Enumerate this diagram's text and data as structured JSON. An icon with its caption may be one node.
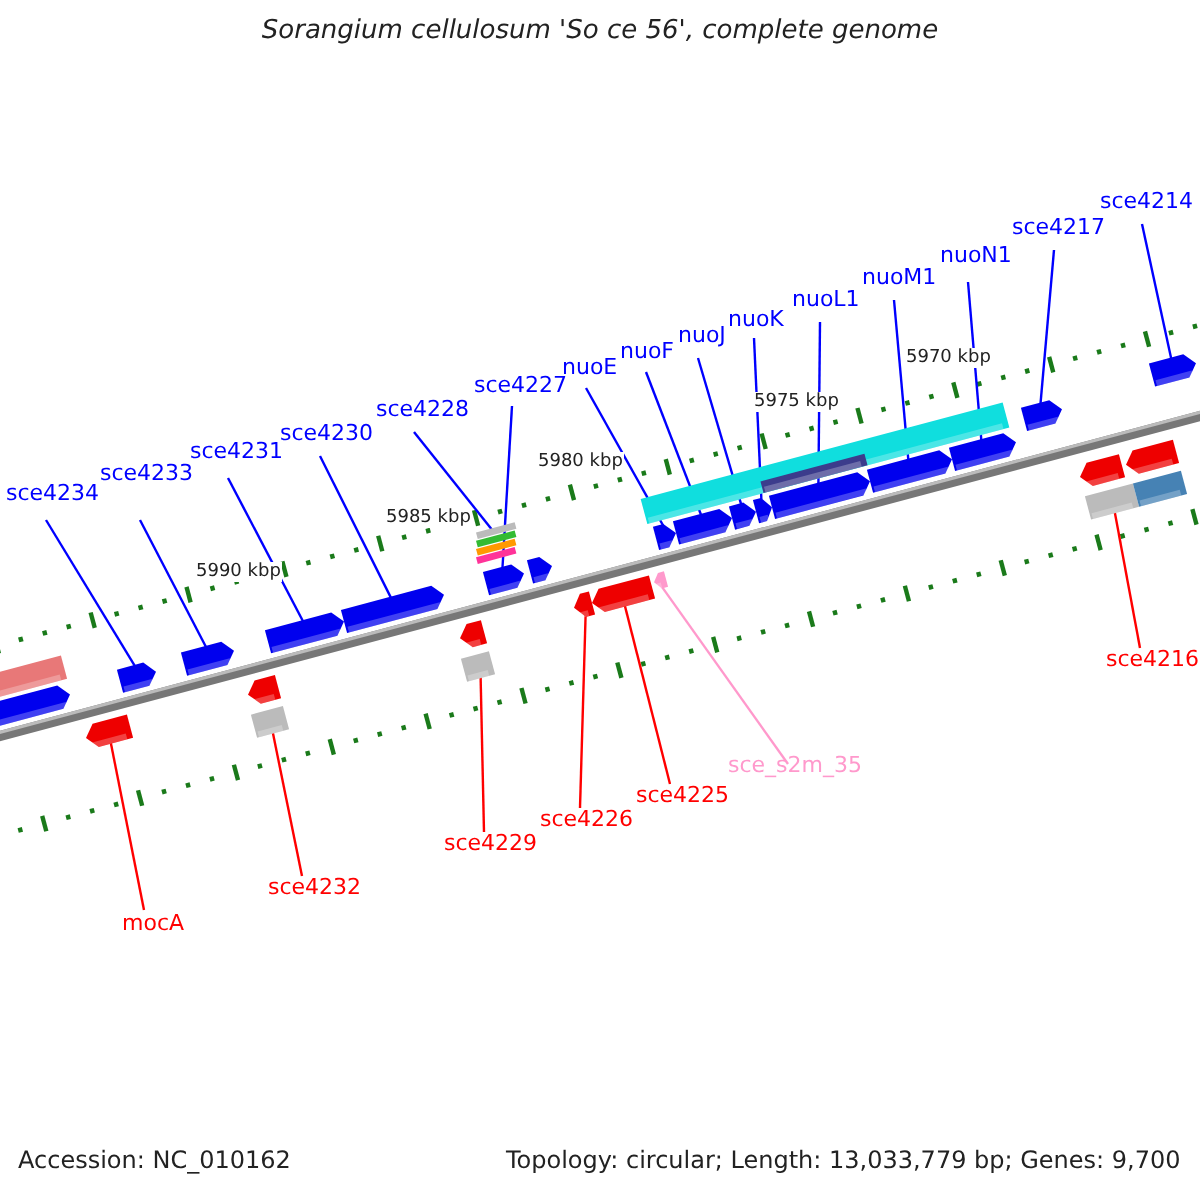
{
  "diagram": {
    "title": "Sorangium cellulosum 'So ce 56', complete genome",
    "nodes": [
      {
        "text": [
          "sce4234"
        ]
      },
      {
        "text": [
          "sce4233"
        ]
      },
      {
        "text": [
          "sce4231"
        ]
      },
      {
        "text": [
          "sce4230"
        ]
      },
      {
        "text": [
          "sce4228"
        ]
      },
      {
        "text": [
          "sce4227"
        ]
      },
      {
        "text": [
          "nuoE"
        ]
      },
      {
        "text": [
          "nuoF"
        ]
      },
      {
        "text": [
          "nuoJ"
        ]
      },
      {
        "text": [
          "nuoK"
        ]
      },
      {
        "text": [
          "nuoL1"
        ]
      },
      {
        "text": [
          "nuoM1"
        ]
      },
      {
        "text": [
          "nuoN1"
        ]
      },
      {
        "text": [
          "sce4217"
        ]
      },
      {
        "text": [
          "sce4214"
        ]
      },
      {
        "text": [
          "sce4216"
        ]
      },
      {
        "text": [
          "mocA"
        ]
      },
      {
        "text": [
          "sce4232"
        ]
      },
      {
        "text": [
          "sce4229"
        ]
      },
      {
        "text": [
          "sce4226"
        ]
      },
      {
        "text": [
          "sce4225"
        ]
      },
      {
        "text": [
          "sce_s2m_35"
        ]
      },
      {
        "text": [],
        "shape": "arrow"
      },
      {
        "text": [],
        "shape": "arrow"
      },
      {
        "text": [],
        "shape": "arrow"
      },
      {
        "text": [],
        "shape": "bar"
      },
      {
        "text": [],
        "shape": "arrow"
      },
      {
        "text": [],
        "shape": "arrow"
      },
      {
        "text": [],
        "shape": "bar"
      },
      {
        "text": [],
        "shape": "bar"
      },
      {
        "text": [],
        "shape": "arrow"
      },
      {
        "text": [],
        "shape": "arrow"
      },
      {
        "text": [],
        "shape": "arrow"
      },
      {
        "text": [],
        "shape": "arrow"
      },
      {
        "text": [],
        "shape": "arrow"
      },
      {
        "text": [],
        "shape": "arrow"
      },
      {
        "text": [],
        "shape": "arrow"
      },
      {
        "text": [],
        "shape": "arrow"
      },
      {
        "text": [],
        "shape": "arrow"
      },
      {
        "text": [],
        "shape": "arrow"
      },
      {
        "text": [],
        "shape": "arrow"
      },
      {
        "text": [],
        "shape": "arrow"
      },
      {
        "text": [],
        "shape": "bar"
      },
      {
        "text": [],
        "shape": "arrow"
      },
      {
        "text": [],
        "shape": "arrow"
      },
      {
        "text": [],
        "shape": "arrow"
      },
      {
        "text": [],
        "shape": "bar"
      },
      {
        "text": [],
        "shape": "bar"
      },
      {
        "text": [],
        "shape": "bar",
        "in": 47
      },
      {
        "text": [],
        "shape": "arrow"
      },
      {
        "text": [],
        "shape": "arrow"
      },
      {
        "text": [],
        "shape": "arrow"
      },
      {
        "text": [],
        "shape": "arrow"
      },
      {
        "text": [],
        "shape": "bar"
      }
    ],
    "edges": [
      {
        "from": 0,
        "to": 23,
        "arrow": "none"
      },
      {
        "from": 1,
        "to": 24,
        "arrow": "none"
      },
      {
        "from": 2,
        "to": 26,
        "arrow": "none"
      },
      {
        "from": 3,
        "to": 27,
        "arrow": "none"
      },
      {
        "from": 4,
        "to": 29,
        "arrow": "none"
      },
      {
        "from": 5,
        "to": 30,
        "arrow": "none"
      },
      {
        "from": 6,
        "to": 34,
        "arrow": "none"
      },
      {
        "from": 7,
        "to": 35,
        "arrow": "none"
      },
      {
        "from": 8,
        "to": 36,
        "arrow": "none"
      },
      {
        "from": 9,
        "to": 37,
        "arrow": "none"
      },
      {
        "from": 10,
        "to": 38,
        "arrow": "none"
      },
      {
        "from": 11,
        "to": 39,
        "arrow": "none"
      },
      {
        "from": 12,
        "to": 40,
        "arrow": "none"
      },
      {
        "from": 13,
        "to": 41,
        "arrow": "none"
      },
      {
        "from": 14,
        "to": 43,
        "arrow": "none"
      },
      {
        "from": 15,
        "to": 42,
        "arrow": "none",
        "color": "#ff0000"
      },
      {
        "from": 16,
        "to": 22,
        "arrow": "none",
        "color": "#ff0000"
      },
      {
        "from": 17,
        "to": 25,
        "arrow": "none",
        "color": "#ff0000"
      },
      {
        "from": 18,
        "to": 28,
        "arrow": "none",
        "color": "#ff0000"
      },
      {
        "from": 19,
        "to": 31,
        "arrow": "none",
        "color": "#ff0000"
      },
      {
        "from": 20,
        "to": 32,
        "arrow": "none",
        "color": "#ff0000"
      },
      {
        "from": 21,
        "to": 33,
        "arrow": "none",
        "color": "#ff99cc"
      }
    ],
    "labels": [
      "5970 kbp",
      "5975 kbp",
      "5980 kbp",
      "5985 kbp",
      "5990 kbp",
      "Accession: NC_010162",
      "Topology: circular; Length: 13,033,779 bp; Genes: 9,700"
    ]
  }
}
